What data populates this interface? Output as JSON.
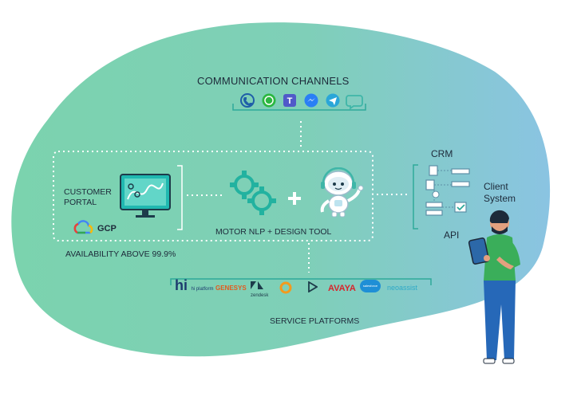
{
  "diagram": {
    "communication_channels": {
      "title": "COMMUNICATION CHANNELS",
      "icons": [
        "phone-icon",
        "whatsapp-icon",
        "teams-icon",
        "messenger-icon",
        "telegram-icon",
        "chat-bubble-icon"
      ]
    },
    "customer_portal": {
      "label_line1": "CUSTOMER",
      "label_line2": "PORTAL",
      "cloud_label": "GCP"
    },
    "availability": "AVAILABILITY ABOVE 99.9%",
    "motor": {
      "label": "MOTOR NLP + DESIGN TOOL"
    },
    "integration": {
      "crm_label": "CRM",
      "api_label": "API",
      "client_line1": "Client",
      "client_line2": "System"
    },
    "service_platforms": {
      "title": "SERVICE PLATFORMS",
      "partners": [
        "hi platform",
        "GENESYS",
        "zendesk",
        "AVAYA",
        "salesforce",
        "neoassist"
      ]
    },
    "colors": {
      "blob_left": "#7bd3ae",
      "blob_right": "#86c5e0",
      "accent_teal": "#2fa99a",
      "dark_text": "#1d2a3a",
      "avaya_red": "#d8242b",
      "salesforce_blue": "#1f8fd6",
      "person_shirt": "#3aae5a",
      "person_pants": "#2668b8"
    }
  }
}
